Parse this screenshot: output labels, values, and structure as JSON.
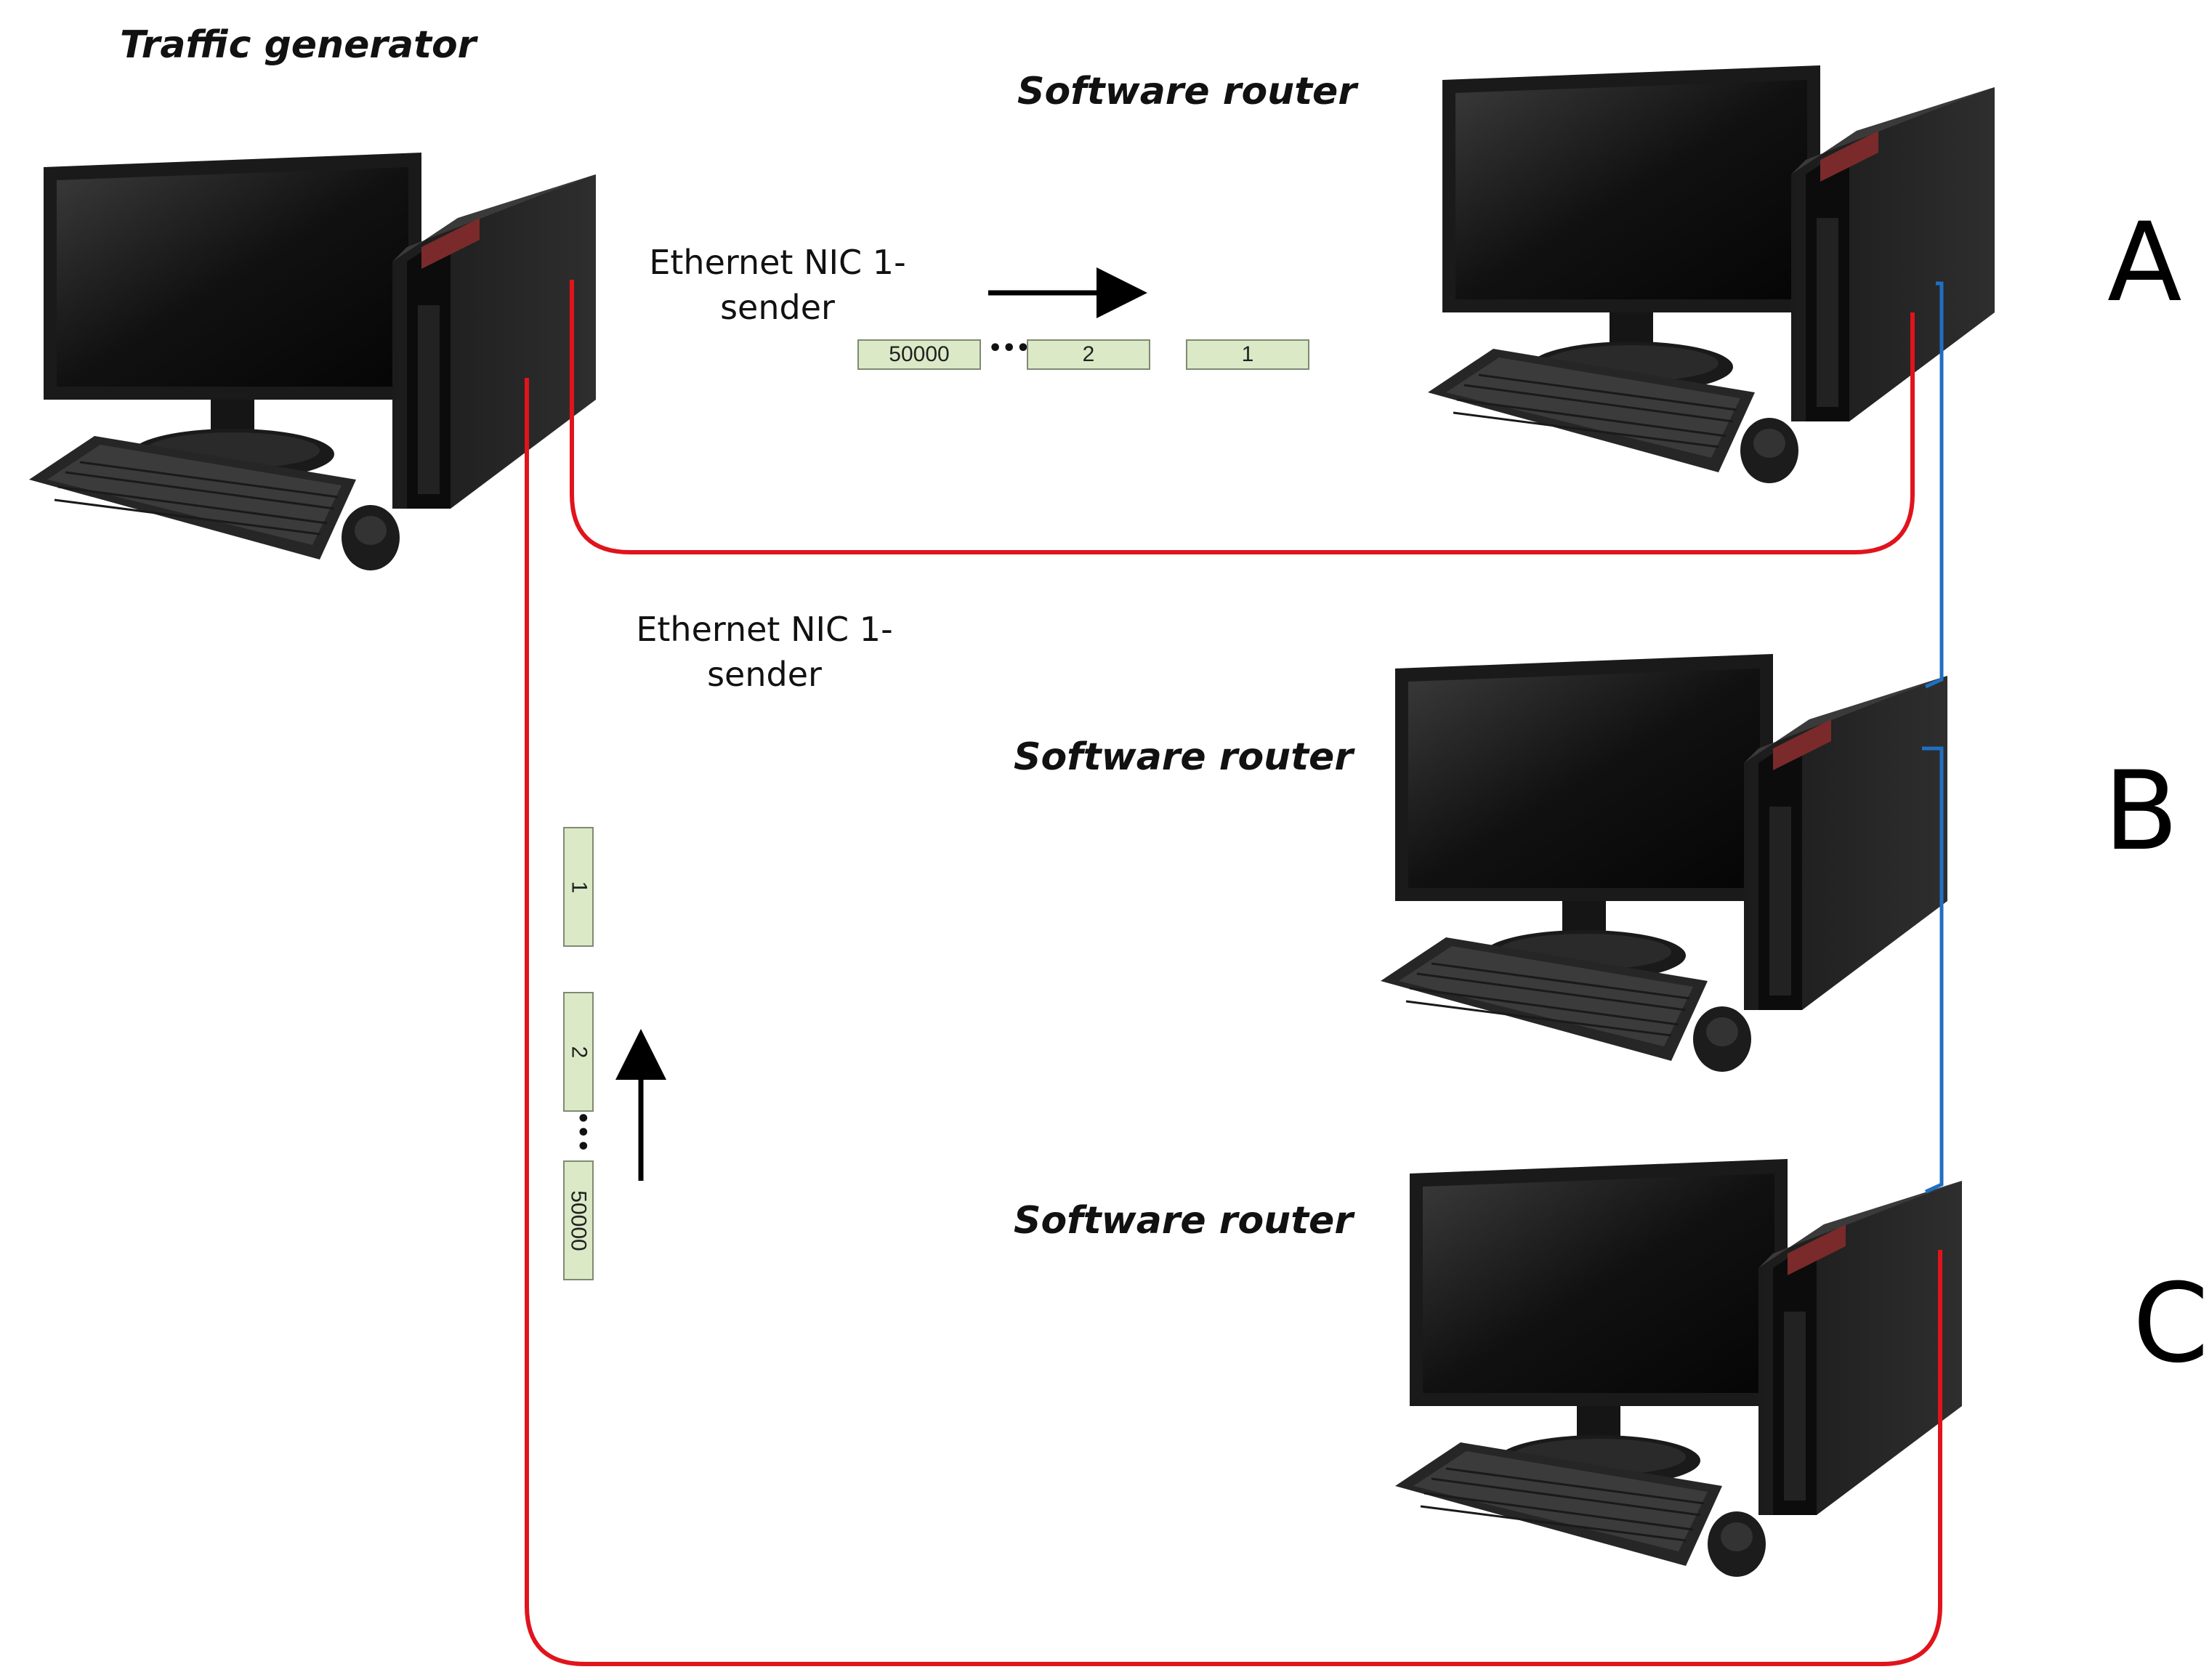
{
  "labels": {
    "traffic_generator": "Traffic generator",
    "router_a": "Software router",
    "router_b": "Software router",
    "router_c": "Software router",
    "nic_top": "Ethernet NIC 1-\nsender",
    "nic_left": "Ethernet NIC 1-\nsender",
    "letter_a": "A",
    "letter_b": "B",
    "letter_c": "C"
  },
  "packets_horizontal": [
    "50000",
    "2",
    "1"
  ],
  "packets_vertical": [
    "1",
    "2",
    "50000"
  ],
  "ellipsis": "•••",
  "colors": {
    "link_red": "#e0141c",
    "link_blue": "#1f6fc4",
    "packet_fill": "#dbe9c7",
    "arrow": "#000000"
  },
  "icons": [
    "desktop-computer-icon",
    "monitor-icon",
    "tower-case-icon",
    "keyboard-icon",
    "mouse-icon",
    "arrow-right-icon",
    "arrow-up-icon"
  ]
}
